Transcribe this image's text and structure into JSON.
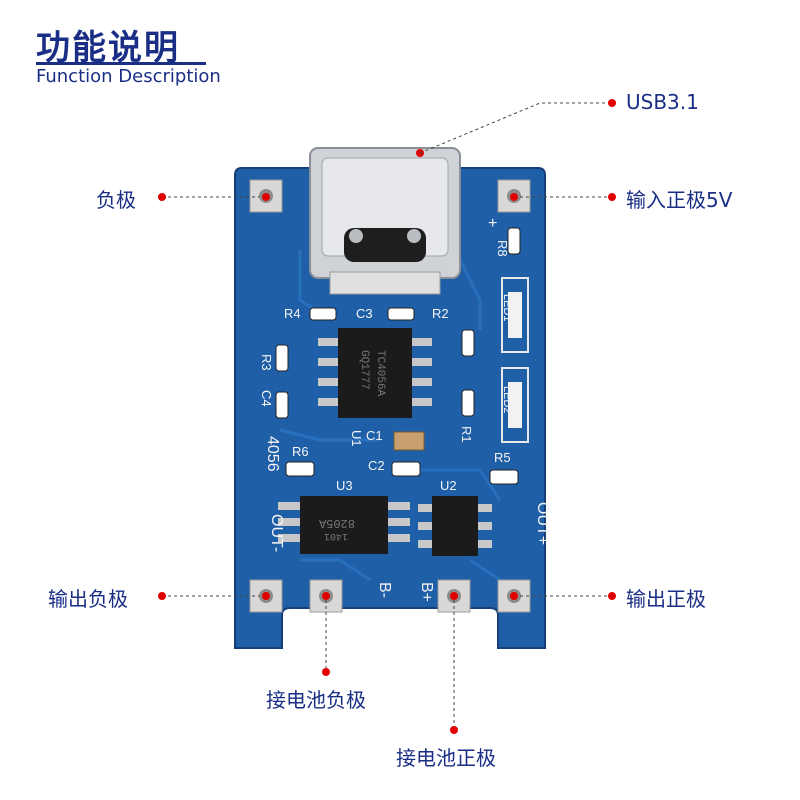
{
  "header": {
    "title": "功能说明",
    "subtitle": "Function Description"
  },
  "colors": {
    "heading": "#1a2e86",
    "pcb": "#1f5fa8",
    "pcb_dark": "#163f78",
    "leader": "#e00000",
    "pad": "#d8d8d8",
    "chip": "#1b1b1b"
  },
  "labels": {
    "usb": "USB3.1",
    "negative": "负极",
    "input_positive": "输入正极5V",
    "output_negative": "输出负极",
    "output_positive": "输出正极",
    "battery_negative": "接电池负极",
    "battery_positive": "接电池正极"
  },
  "silkscreen": {
    "r4": "R4",
    "c3": "C3",
    "r2": "R2",
    "r3": "R3",
    "c4": "C4",
    "r8": "R8",
    "plus": "+",
    "led1": "LED1",
    "led2": "LED2",
    "r1": "R1",
    "u1": "U1",
    "c1": "C1",
    "c2": "C2",
    "model": "4056",
    "r6": "R6",
    "r5": "R5",
    "u3": "U3",
    "u2": "U2",
    "out_minus": "OUT-",
    "out_plus": "OUT+",
    "b_minus": "B-",
    "b_plus": "B+",
    "chip_u1_line1": "TC4056A",
    "chip_u1_line2": "GQ1777",
    "chip_u3_line1": "8205A",
    "chip_u3_line2": "1401"
  }
}
